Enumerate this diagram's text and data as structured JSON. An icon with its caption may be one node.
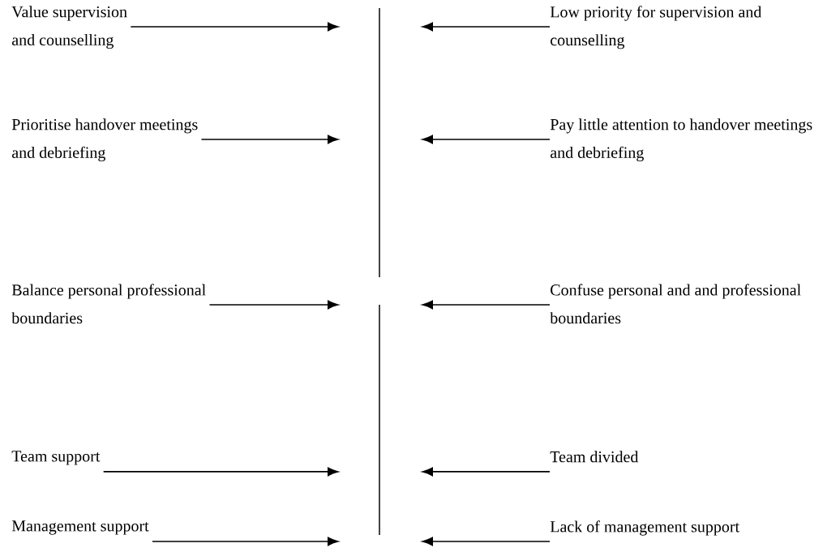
{
  "diagram": {
    "nodes": [
      {
        "text": [
          "Value supervision and counselling"
        ]
      },
      {
        "text": [
          "Prioritise handover meetings and debriefing"
        ]
      },
      {
        "text": [
          "Balance personal professional boundaries"
        ]
      },
      {
        "text": [
          "Team support"
        ]
      },
      {
        "text": [
          "Management support"
        ]
      },
      {
        "text": [
          "Low priority for supervision and counselling"
        ]
      },
      {
        "text": [
          "Pay little attention to handover meetings and debriefing"
        ]
      },
      {
        "text": [
          "Confuse personal and and professional boundaries"
        ]
      },
      {
        "text": [
          "Team divided"
        ]
      },
      {
        "text": [
          "Lack of management support"
        ]
      }
    ],
    "edges": [
      {
        "from": 0,
        "to": null,
        "arrow": "to"
      },
      {
        "from": 1,
        "to": null,
        "arrow": "to"
      },
      {
        "from": 2,
        "to": null,
        "arrow": "to"
      },
      {
        "from": 3,
        "to": null,
        "arrow": "to"
      },
      {
        "from": 4,
        "to": null,
        "arrow": "to"
      },
      {
        "from": 5,
        "to": null,
        "arrow": "to"
      },
      {
        "from": 6,
        "to": null,
        "arrow": "to"
      },
      {
        "from": 7,
        "to": null,
        "arrow": "to"
      },
      {
        "from": 8,
        "to": null,
        "arrow": "to"
      },
      {
        "from": 9,
        "to": null,
        "arrow": "to"
      }
    ]
  }
}
